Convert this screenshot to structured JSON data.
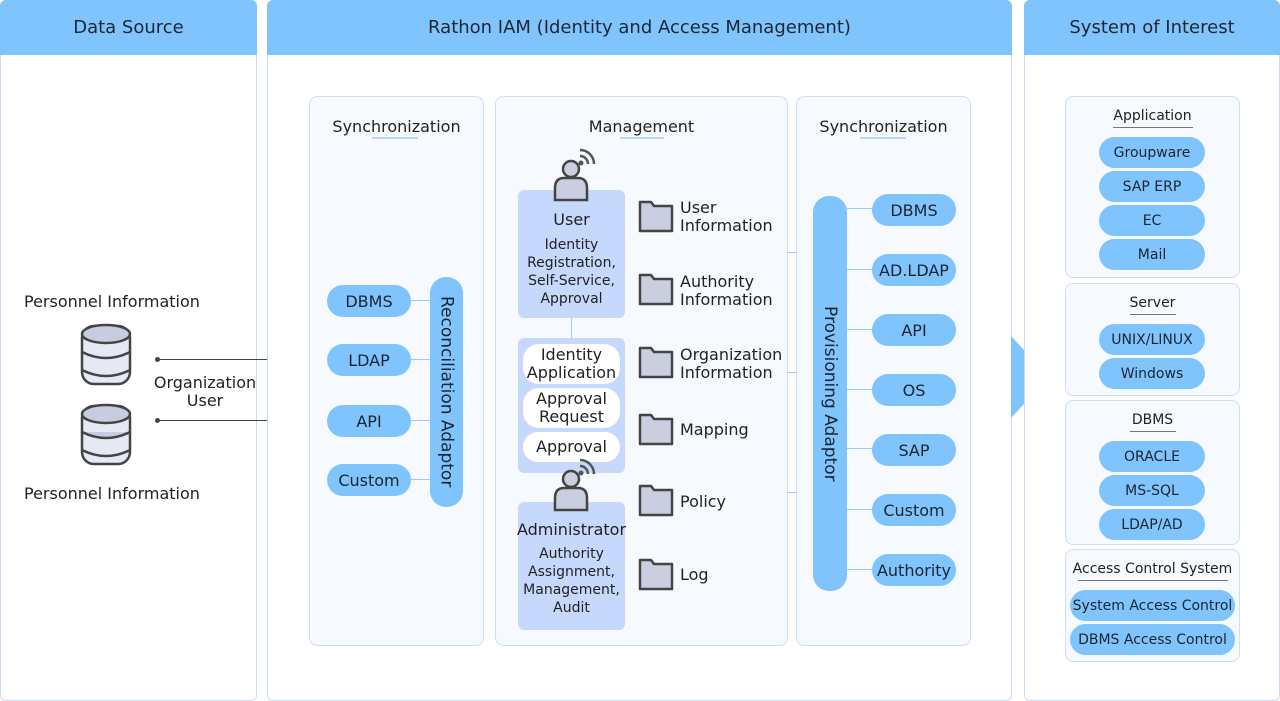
{
  "columns": {
    "data_source": "Data Source",
    "iam": "Rathon IAM (Identity and Access Management)",
    "system": "System of Interest"
  },
  "data_source": {
    "personnel_top": "Personnel Information",
    "personnel_bottom": "Personnel Information",
    "org_line1": "Organization",
    "org_line2": "User"
  },
  "sync_left": {
    "title": "Synchronization",
    "items": [
      "DBMS",
      "LDAP",
      "API",
      "Custom"
    ],
    "adaptor": "Reconciliation Adaptor"
  },
  "management": {
    "title": "Management",
    "user_title": "User",
    "user_desc": [
      "Identity",
      "Registration,",
      "Self-Service,",
      "Approval"
    ],
    "workflow": [
      [
        "Identity",
        "Application"
      ],
      [
        "Approval",
        "Request"
      ],
      [
        "Approval"
      ]
    ],
    "admin_title": "Administrator",
    "admin_desc": [
      "Authority",
      "Assignment,",
      "Management,",
      "Audit"
    ],
    "folders": [
      [
        "User",
        "Information"
      ],
      [
        "Authority",
        "Information"
      ],
      [
        "Organization",
        "Information"
      ],
      [
        "Mapping"
      ],
      [
        "Policy"
      ],
      [
        "Log"
      ]
    ]
  },
  "sync_right": {
    "title": "Synchronization",
    "adaptor": "Provisioning Adaptor",
    "items": [
      "DBMS",
      "AD.LDAP",
      "API",
      "OS",
      "SAP",
      "Custom",
      "Authority"
    ]
  },
  "system": {
    "groups": [
      {
        "title": "Application",
        "items": [
          "Groupware",
          "SAP ERP",
          "EC",
          "Mail"
        ]
      },
      {
        "title": "Server",
        "items": [
          "UNIX/LINUX",
          "Windows"
        ]
      },
      {
        "title": "DBMS",
        "items": [
          "ORACLE",
          "MS-SQL",
          "LDAP/AD"
        ]
      },
      {
        "title": "Access Control System",
        "items": [
          "System Access Control",
          "DBMS Access Control"
        ]
      }
    ]
  },
  "colors": {
    "header": "#80c4fd",
    "pill": "#80c4fd",
    "role_box": "#c6d8fb",
    "panel": "#f6f9fe",
    "arrow": "#80c4fd"
  }
}
